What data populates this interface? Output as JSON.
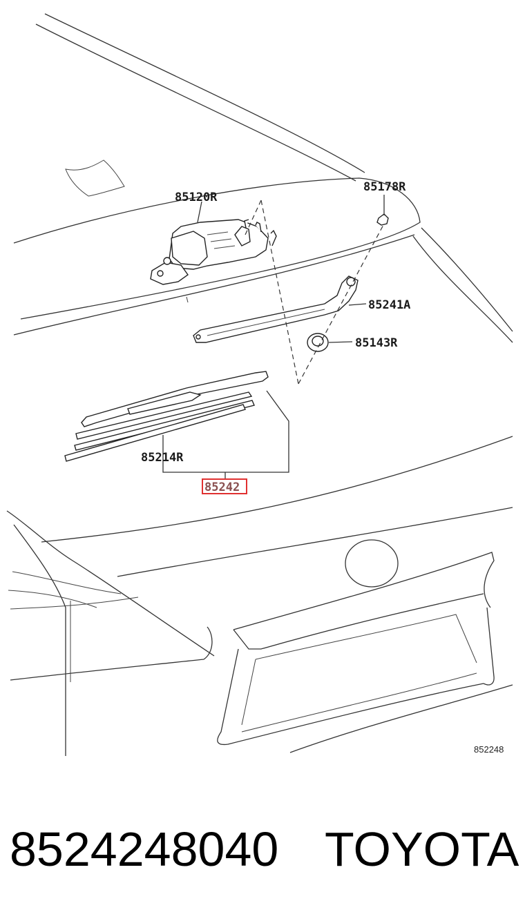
{
  "diagram": {
    "labels": {
      "motor": "85120R",
      "nut": "85178R",
      "arm": "85241A",
      "cap": "85143R",
      "rubber": "85214R",
      "blade": "85242"
    },
    "diagram_code": "852248",
    "highlight_color": "#e03030"
  },
  "footer": {
    "part_number": "8524248040",
    "brand": "TOYOTA"
  }
}
